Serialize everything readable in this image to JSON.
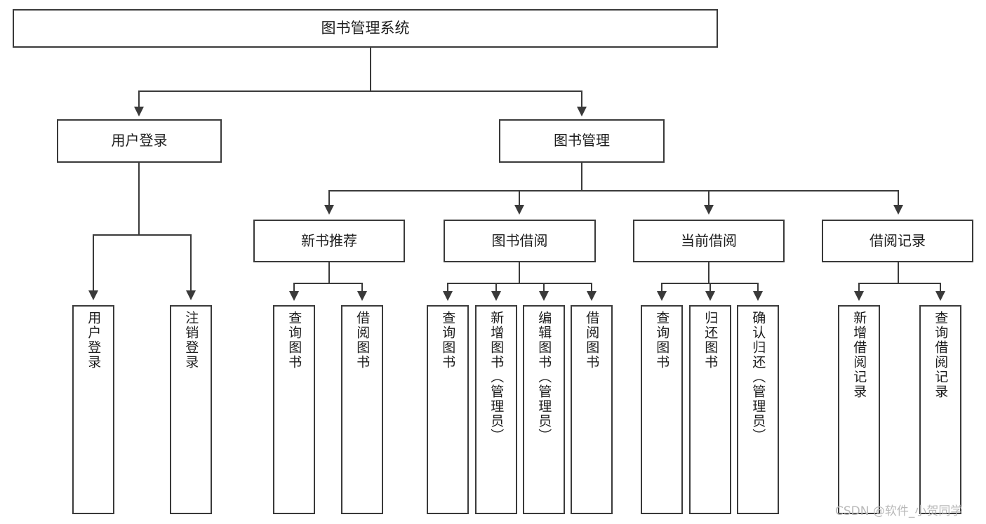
{
  "diagram": {
    "type": "tree-hierarchy-chart",
    "title": "图书管理系统",
    "root": {
      "label": "图书管理系统"
    },
    "level2": [
      {
        "label": "用户登录"
      },
      {
        "label": "图书管理"
      }
    ],
    "level3": [
      {
        "label": "新书推荐"
      },
      {
        "label": "图书借阅"
      },
      {
        "label": "当前借阅"
      },
      {
        "label": "借阅记录"
      }
    ],
    "leaves": {
      "user_login": [
        {
          "label": "用户登录"
        },
        {
          "label": "注销登录"
        }
      ],
      "new_book_recommend": [
        {
          "label": "查询图书"
        },
        {
          "label": "借阅图书"
        }
      ],
      "book_borrow": [
        {
          "label": "查询图书"
        },
        {
          "label": "新增图书（管理员）"
        },
        {
          "label": "编辑图书（管理员）"
        },
        {
          "label": "借阅图书"
        }
      ],
      "current_borrow": [
        {
          "label": "查询图书"
        },
        {
          "label": "归还图书"
        },
        {
          "label": "确认归还（管理员）"
        }
      ],
      "borrow_record": [
        {
          "label": "新增借阅记录"
        },
        {
          "label": "查询借阅记录"
        }
      ]
    }
  },
  "watermark": {
    "text": "CSDN @软件_小贺同学"
  },
  "colors": {
    "stroke": "#3a3a3a",
    "background": "#ffffff",
    "text": "#1c1c1c",
    "watermark": "#b9b9b9"
  }
}
